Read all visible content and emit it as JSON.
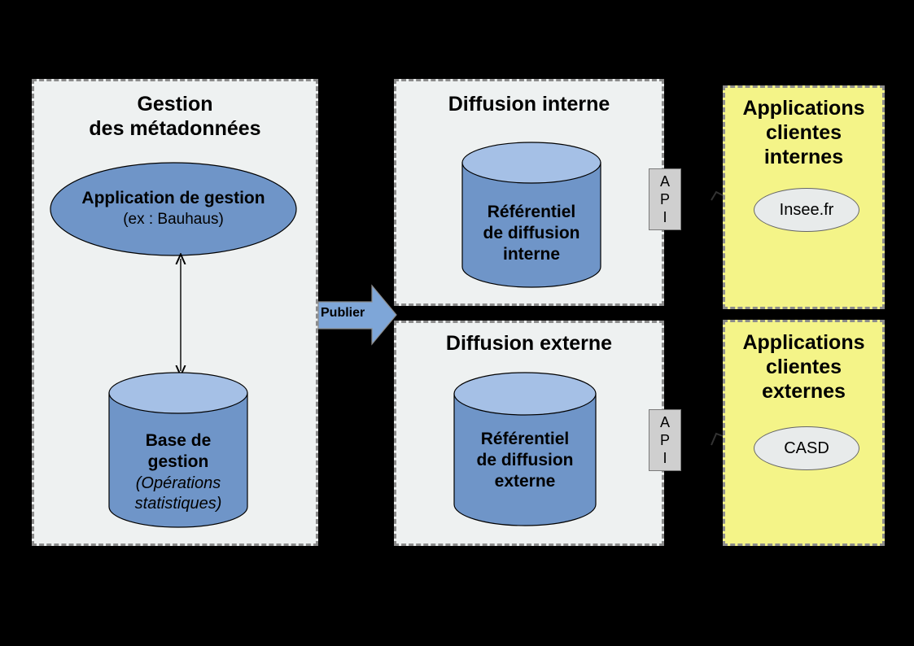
{
  "gestion": {
    "title_line1": "Gestion",
    "title_line2": "des métadonnées",
    "app_title": "Application de gestion",
    "app_subtitle": "(ex : Bauhaus)",
    "db_line1": "Base de",
    "db_line2": "gestion",
    "db_line3": "(Opérations",
    "db_line4": "statistiques)"
  },
  "publish": {
    "label": "Publier"
  },
  "diffusion_interne": {
    "title": "Diffusion interne",
    "db_line1": "Référentiel",
    "db_line2": "de diffusion",
    "db_line3": "interne"
  },
  "diffusion_externe": {
    "title": "Diffusion externe",
    "db_line1": "Référentiel",
    "db_line2": "de diffusion",
    "db_line3": "externe"
  },
  "api": {
    "letters": [
      "A",
      "P",
      "I"
    ]
  },
  "clients_internes": {
    "line1": "Applications",
    "line2": "clientes",
    "line3": "internes",
    "app": "Insee.fr"
  },
  "clients_externes": {
    "line1": "Applications",
    "line2": "clientes",
    "line3": "externes",
    "app": "CASD"
  },
  "colors": {
    "panel_bg": "#eef1f1",
    "cylinder_body": "#6f95c8",
    "cylinder_top": "#a5c0e6",
    "client_bg": "#f4f488",
    "arrow": "#7ea6d8"
  }
}
